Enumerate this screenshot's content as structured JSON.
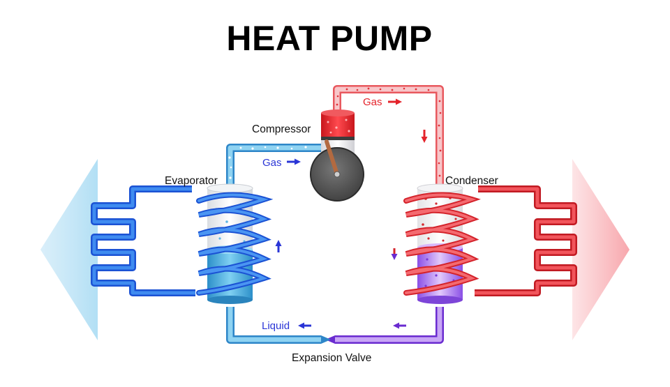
{
  "title": "HEAT PUMP",
  "labels": {
    "compressor": "Compressor",
    "evaporator": "Evaporator",
    "condenser": "Condenser",
    "expansion_valve": "Expansion Valve",
    "gas_to_compressor": "Gas",
    "gas_from_compressor": "Gas",
    "liquid": "Liquid"
  },
  "colors": {
    "cold": "#2f6fe0",
    "cold_light": "#8fd0ee",
    "hot": "#e4232b",
    "hot_light": "#f6b3b8",
    "mixed": "#7a4fe0",
    "arrow_cold": "#2a35d6",
    "arrow_hot": "#e4232b",
    "arrow_purple": "#6a2bd0"
  },
  "icons": {
    "heat_in": "blue-arrow-left-icon",
    "heat_out": "red-arrow-right-icon",
    "flow_arrows": "arrow-icon"
  }
}
